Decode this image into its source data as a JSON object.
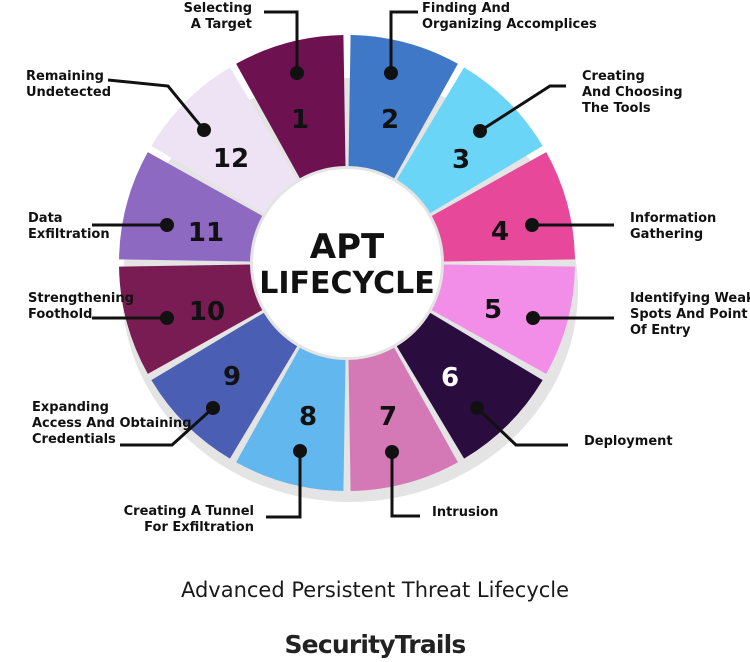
{
  "center": {
    "line1": "APT",
    "line2": "LIFECYCLE"
  },
  "steps": [
    {
      "num": "1",
      "color": "#6e1150",
      "num_color": "#111111",
      "label": [
        "Selecting",
        "A Target"
      ]
    },
    {
      "num": "2",
      "color": "#3e78c6",
      "num_color": "#111111",
      "label": [
        "Finding And",
        "Organizing Accomplices"
      ]
    },
    {
      "num": "3",
      "color": "#6ad5f6",
      "num_color": "#111111",
      "label": [
        "Creating",
        "And Choosing",
        "The Tools"
      ]
    },
    {
      "num": "4",
      "color": "#e8489a",
      "num_color": "#111111",
      "label": [
        "Information",
        "Gathering"
      ]
    },
    {
      "num": "5",
      "color": "#f28ee8",
      "num_color": "#111111",
      "label": [
        "Identifying Weak",
        "Spots And Point",
        "Of Entry"
      ]
    },
    {
      "num": "6",
      "color": "#2a0c3e",
      "num_color": "#ffffff",
      "label": [
        "Deployment"
      ]
    },
    {
      "num": "7",
      "color": "#d478b6",
      "num_color": "#111111",
      "label": [
        "Intrusion"
      ]
    },
    {
      "num": "8",
      "color": "#62b8ee",
      "num_color": "#111111",
      "label": [
        "Creating A Tunnel",
        "For Exfiltration"
      ]
    },
    {
      "num": "9",
      "color": "#4a5fb4",
      "num_color": "#111111",
      "label": [
        "Expanding",
        "Access And Obtaining",
        "Credentials"
      ]
    },
    {
      "num": "10",
      "color": "#7a1c54",
      "num_color": "#111111",
      "label": [
        "Strengthening",
        "Foothold"
      ]
    },
    {
      "num": "11",
      "color": "#8e69c2",
      "num_color": "#111111",
      "label": [
        "Data",
        "Exfiltration"
      ]
    },
    {
      "num": "12",
      "color": "#eee3f4",
      "num_color": "#111111",
      "label": [
        "Remaining",
        "Undetected"
      ]
    }
  ],
  "caption": "Advanced Persistent Threat Lifecycle",
  "brand": "SecurityTrails"
}
